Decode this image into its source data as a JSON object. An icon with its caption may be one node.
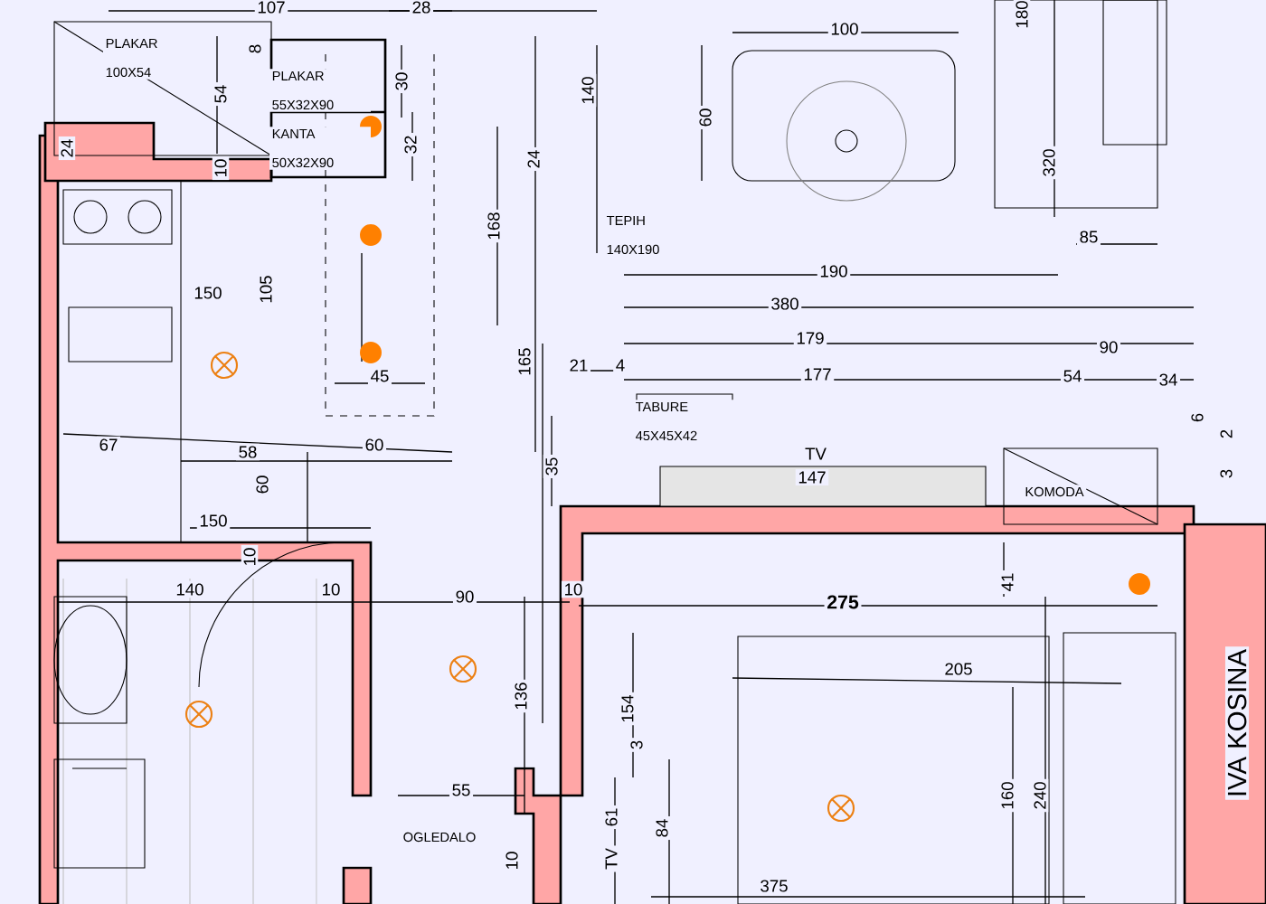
{
  "diagram": {
    "labels": [
      "107",
      "28",
      "PLAKAR 100X54",
      "8",
      "54",
      "PLAKAR 55X32X90",
      "30",
      "24",
      "10",
      "KANTA 50X32X90",
      "32",
      "140",
      "24",
      "168",
      "100",
      "60",
      "180",
      "320",
      "TEPIH 140X190",
      "85",
      "150",
      "105",
      "190",
      "380",
      "45",
      "165",
      "21",
      "4",
      "179",
      "90",
      "177",
      "54",
      "34",
      "TABURE 45X45X42",
      "TV",
      "147",
      "6",
      "2",
      "3",
      "KOMODA",
      "67",
      "58",
      "60",
      "60",
      "35",
      "150",
      "10",
      "140",
      "10",
      "90",
      "10",
      "275",
      "41",
      "205",
      "136",
      "154",
      "3",
      "55",
      "61",
      "TV",
      "84",
      "OGLEDALO",
      "160",
      "240",
      "375",
      "10",
      "IVA KOSINA"
    ]
  }
}
